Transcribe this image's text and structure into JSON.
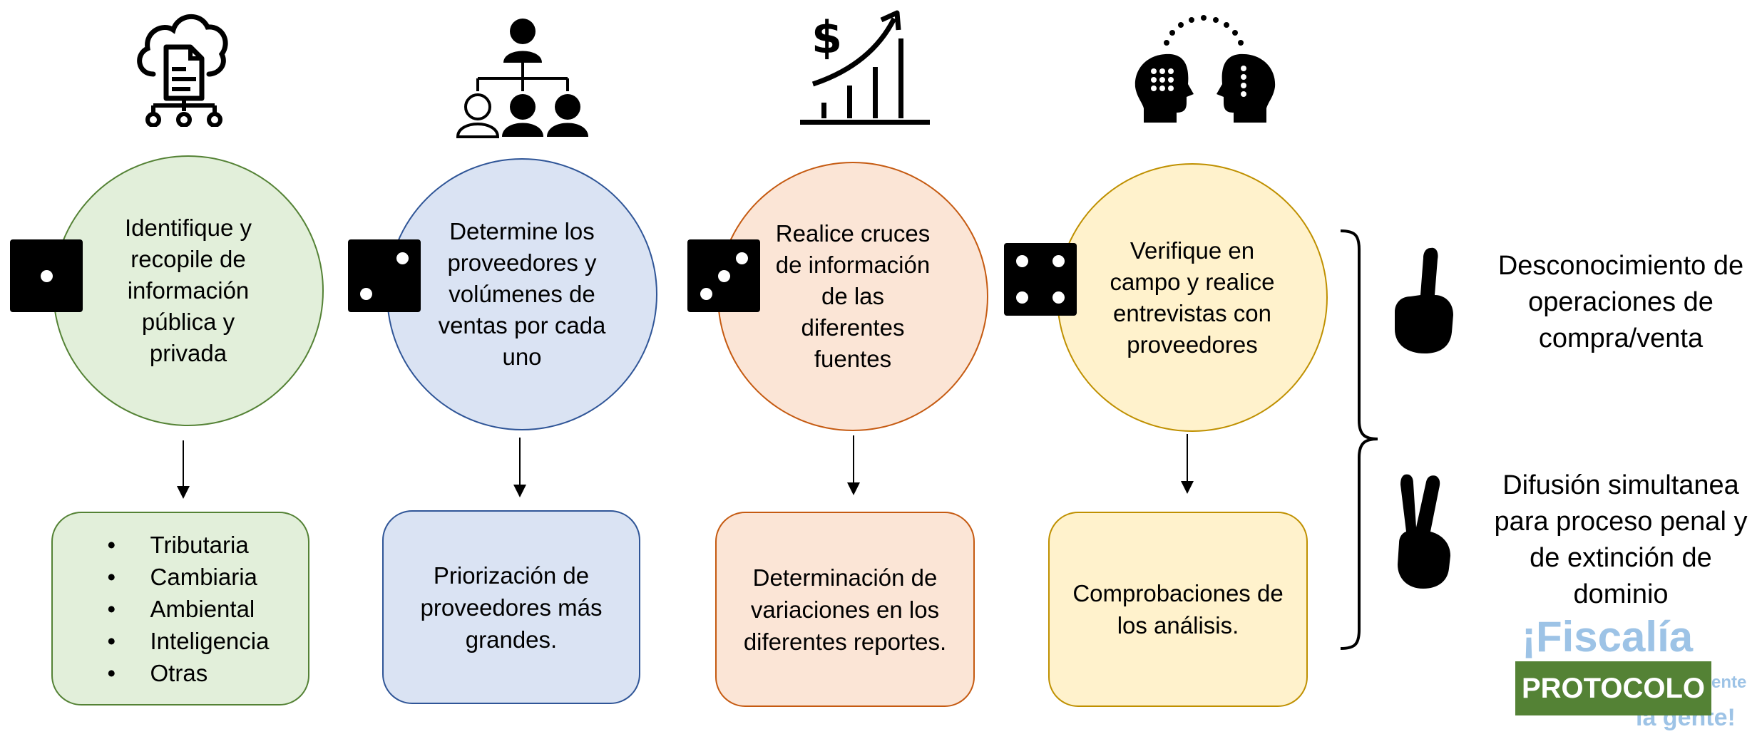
{
  "steps": [
    {
      "circle_text": "Identifique y recopile de información pública y privada",
      "icon": "cloud-document-network-icon",
      "die_value": 1,
      "color": "#e2efda",
      "border": "#548235"
    },
    {
      "circle_text": "Determine los proveedores y volúmenes de ventas por cada uno",
      "icon": "organization-chart-icon",
      "die_value": 2,
      "color": "#dae3f3",
      "border": "#2f5597"
    },
    {
      "circle_text": "Realice cruces de información de las diferentes fuentes",
      "icon": "growth-chart-dollar-icon",
      "die_value": 3,
      "color": "#fbe5d6",
      "border": "#c55a11"
    },
    {
      "circle_text": "Verifique en campo y realice entrevistas con proveedores",
      "icon": "two-heads-thinking-icon",
      "die_value": 4,
      "color": "#fff2cc",
      "border": "#bf9000"
    }
  ],
  "results": {
    "box1_items": [
      "Tributaria",
      "Cambiaria",
      "Ambiental",
      "Inteligencia",
      "Otras"
    ],
    "box2_text": "Priorización de proveedores más grandes.",
    "box3_text": "Determinación de variaciones en los diferentes reportes.",
    "box4_text": "Comprobaciones de los análisis."
  },
  "outcomes": [
    {
      "text": "Desconocimiento de operaciones de compra/venta",
      "icon": "one-finger-hand-icon"
    },
    {
      "text": "Difusión simultanea para proceso penal y de extinción de dominio",
      "icon": "two-fingers-hand-icon"
    }
  ],
  "logo": {
    "watermark": "¡Fiscalía",
    "tagline_fragment": "la gente!",
    "tagline_partial": "ente",
    "badge": "PROTOCOLO",
    "watermark_color": "#9dc3e6",
    "badge_color": "#548235"
  }
}
